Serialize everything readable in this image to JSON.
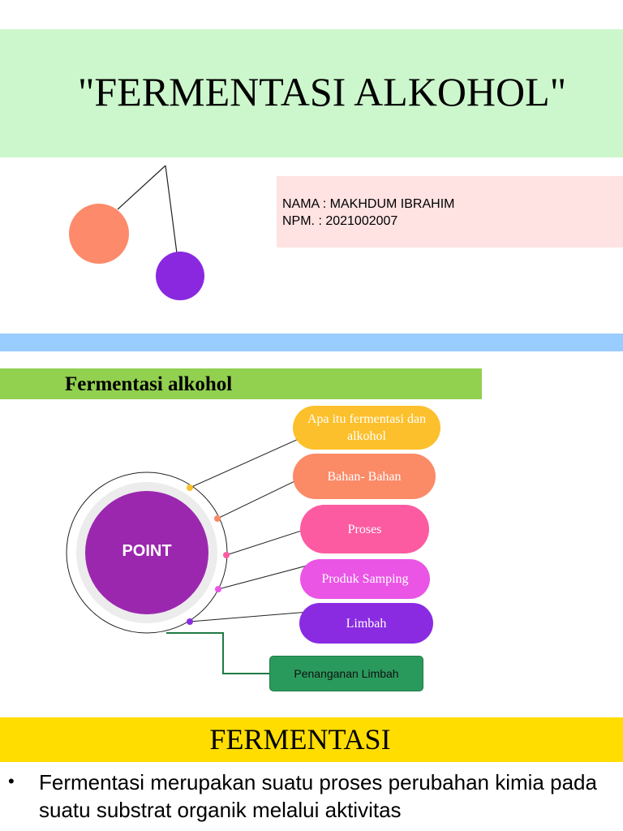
{
  "slide1": {
    "title": "\"FERMENTASI ALKOHOL\"",
    "name_line": "NAMA : MAKHDUM IBRAHIM",
    "npm_line": "NPM. : 2021002007"
  },
  "slide2": {
    "heading": "Fermentasi alkohol",
    "center_label": "POINT",
    "items": [
      {
        "label": "Apa itu fermentasi dan alkohol",
        "color": "#fcc02c"
      },
      {
        "label": "Bahan- Bahan",
        "color": "#fb8a67"
      },
      {
        "label": "Proses",
        "color": "#fc5ba1"
      },
      {
        "label": "Produk Samping",
        "color": "#ea55e6"
      },
      {
        "label": "Limbah",
        "color": "#8a2be2"
      }
    ],
    "sub_item": {
      "label": "Penanganan Limbah",
      "color": "#2a9a5c"
    }
  },
  "slide3": {
    "heading": "FERMENTASI",
    "bullet_symbol": "•",
    "bullet_text": "Fermentasi merupakan suatu proses perubahan kimia pada suatu substrat organik melalui aktivitas"
  },
  "colors": {
    "title_band": "#ccf7cc",
    "info_box": "#ffe2e2",
    "blue_band": "#99ccff",
    "green_band": "#92d050",
    "yellow_band": "#ffdd00",
    "center_circle": "#9b27af"
  }
}
